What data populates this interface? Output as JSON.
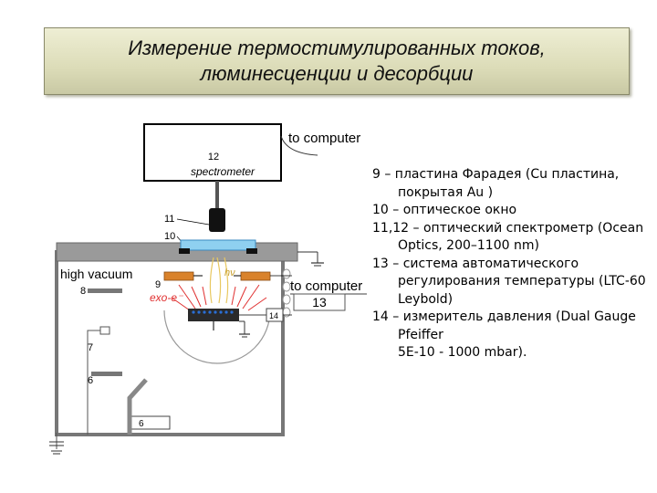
{
  "title": {
    "line1": "Измерение термостимулированных токов,",
    "line2": "люминесценции и десорбции"
  },
  "diagram": {
    "to_computer_top": "to computer",
    "spectrometer_number": "12",
    "spectrometer_label": "spectrometer",
    "label_11": "11",
    "label_10": "10",
    "high_vacuum": "high vacuum",
    "label_8": "8",
    "label_9": "9",
    "exo_e": "exo-e⁻",
    "hv": "hν",
    "to_computer_side": "to computer",
    "label_13": "13",
    "label_14": "14",
    "label_7": "7",
    "label_6": "6"
  },
  "legend": {
    "items": [
      "9 – пластина Фарадея (Cu пластина, покрытая Au )",
      "10 – оптическое окно",
      "11,12 – оптический спектрометр (Ocean Optics, 200–1100 nm)",
      "13 – система автоматического регулирования температуры (LTC-60 Leybold)",
      "14 – измеритель давления (Dual Gauge Pfeiffer",
      "5E-10 - 1000 mbar)."
    ]
  },
  "colors": {
    "window": "#8fd0f0",
    "faraday_plate": "#d9822b",
    "sample_dots": "#2a6fd6",
    "rays": "#e03030",
    "luminescence": "#e8c860"
  }
}
